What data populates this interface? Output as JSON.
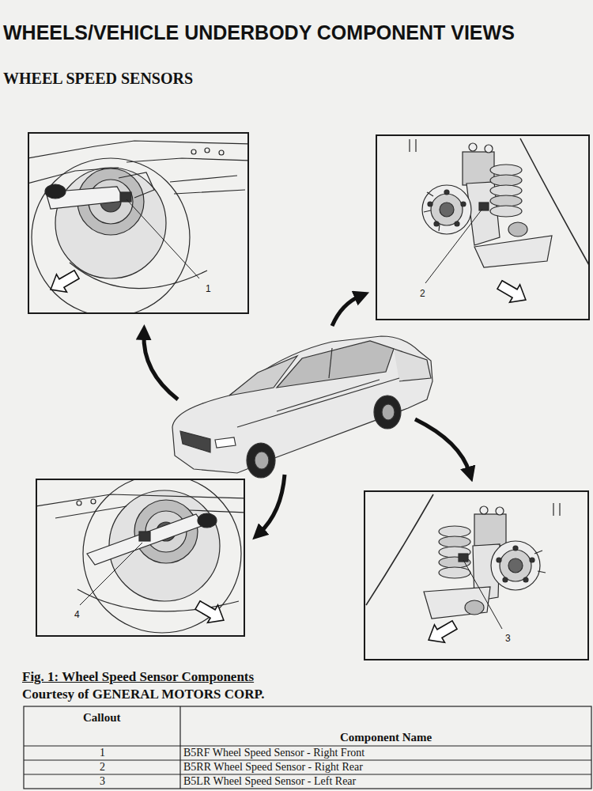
{
  "diagram": {
    "title": "WHEELS/VEHICLE UNDERBODY COMPONENT VIEWS",
    "caption": "Fig. 1: Wheel Speed Sensor Components",
    "nodes": [
      {
        "text": [
          "1"
        ]
      },
      {
        "text": [
          "2"
        ]
      },
      {
        "text": [
          "4"
        ]
      },
      {
        "text": [
          "3"
        ]
      }
    ],
    "labels": [
      "WHEEL SPEED SENSORS",
      "Courtesy of GENERAL MOTORS CORP.",
      "Callout",
      "Component Name",
      "1",
      "B5RF Wheel Speed Sensor - Right Front",
      "2",
      "B5RR Wheel Speed Sensor - Right Rear",
      "3",
      "B5LR Wheel Speed Sensor - Left Rear"
    ]
  }
}
